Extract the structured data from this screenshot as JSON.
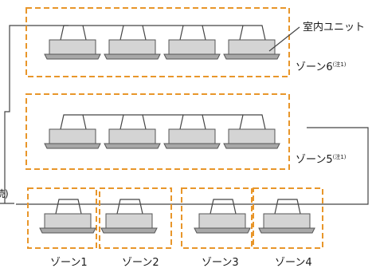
{
  "colors": {
    "zone_outline": "#e8962a",
    "pipe": "#444444",
    "unit_fill": "#d4d4d4",
    "unit_stroke": "#555555",
    "panel_fill": "#a8a8a8"
  },
  "labels": {
    "indoor_unit": "室内ユニット",
    "left_cut": "続)"
  },
  "zones": [
    {
      "id": "zone6",
      "label": "ゾーン6",
      "note": "(注1)",
      "unit_count": 4
    },
    {
      "id": "zone5",
      "label": "ゾーン5",
      "note": "(注1)",
      "unit_count": 4
    },
    {
      "id": "zone1",
      "label": "ゾーン1",
      "note": "",
      "unit_count": 1
    },
    {
      "id": "zone2",
      "label": "ゾーン2",
      "note": "",
      "unit_count": 1
    },
    {
      "id": "zone3",
      "label": "ゾーン3",
      "note": "",
      "unit_count": 1
    },
    {
      "id": "zone4",
      "label": "ゾーン4",
      "note": "",
      "unit_count": 1
    }
  ]
}
